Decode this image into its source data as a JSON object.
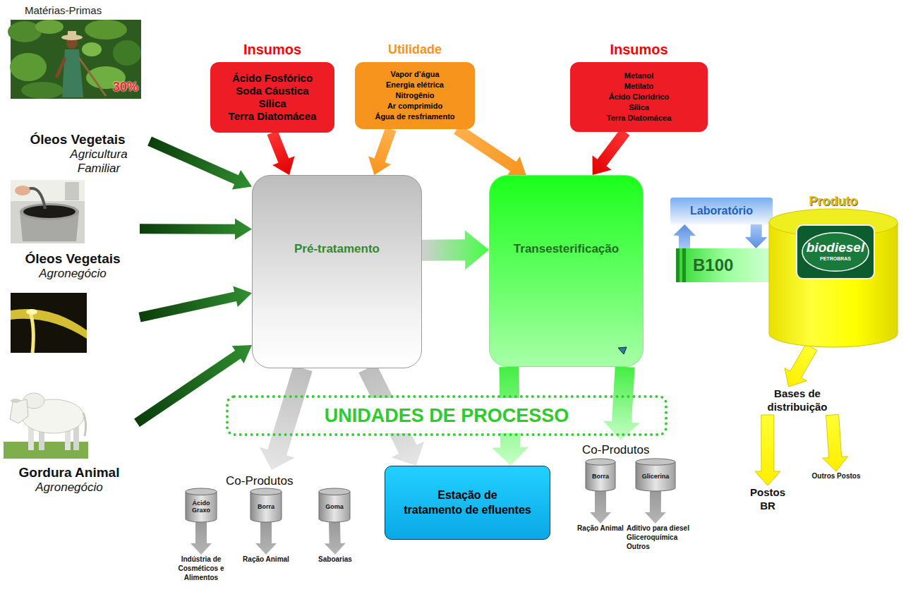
{
  "diagram": {
    "nodes": [
      {
        "text": [
          "Óleos Vegetais",
          "Agricultura Familiar"
        ]
      },
      {
        "text": [
          "Óleos Vegetais",
          "Agronegócio"
        ]
      },
      {
        "text": [
          "Gordura Animal",
          "Agronegócio"
        ]
      },
      {
        "text": [
          "Insumos",
          "Ácido Fosfórico Soda Cáustica Sílica Terra Diatomácea"
        ]
      },
      {
        "text": [
          "Utilidade",
          "Vapor d’água Energia elétrica Nitrogênio Ar comprimido Água de resfriamento"
        ]
      },
      {
        "text": [
          "Insumos",
          "Metanol Metilato Ácido Clorídrico Sílica Terra Diatomácea"
        ]
      },
      {
        "text": [
          "Pré-tratamento"
        ]
      },
      {
        "text": [
          "Transesterificação"
        ]
      },
      {
        "text": [
          "Laboratório"
        ]
      },
      {
        "text": [
          "B100"
        ]
      },
      {
        "text": [
          "Produto"
        ]
      },
      {
        "text": [
          "biodiesel",
          "PETROBRAS"
        ],
        "in": 10
      },
      {
        "text": [
          "UNIDADES DE PROCESSO"
        ]
      },
      {
        "text": [
          "Co-Produtos"
        ]
      },
      {
        "text": [
          "Ácido Graxo"
        ],
        "in": 13
      },
      {
        "text": [
          "Borra"
        ],
        "in": 13
      },
      {
        "text": [
          "Goma"
        ],
        "in": 13
      },
      {
        "text": [
          "Estação de tratamento de efluentes"
        ]
      },
      {
        "text": [
          "Co-Produtos"
        ]
      },
      {
        "text": [
          "Borra"
        ],
        "in": 18
      },
      {
        "text": [
          "Glicerina"
        ],
        "in": 18
      },
      {
        "text": [
          "Indústria de Cosméticos e Alimentos"
        ]
      },
      {
        "text": [
          "Ração Animal"
        ]
      },
      {
        "text": [
          "Saboarias"
        ]
      },
      {
        "text": [
          "Ração Animal"
        ]
      },
      {
        "text": [
          "Aditivo para diesel Gliceroquímica Outros"
        ]
      },
      {
        "text": [
          "Bases de distribuição"
        ]
      },
      {
        "text": [
          "Postos BR"
        ]
      },
      {
        "text": [
          "Outros Postos"
        ]
      }
    ],
    "edges": [
      {
        "from": 0,
        "to": 6,
        "arrow": "to"
      },
      {
        "from": 1,
        "to": 6,
        "arrow": "to"
      },
      {
        "from": 1,
        "to": 6,
        "arrow": "to"
      },
      {
        "from": 2,
        "to": 6,
        "arrow": "to"
      },
      {
        "from": 3,
        "to": 6,
        "arrow": "to"
      },
      {
        "from": 4,
        "to": 6,
        "arrow": "to"
      },
      {
        "from": 4,
        "to": 7,
        "arrow": "to"
      },
      {
        "from": 5,
        "to": 7,
        "arrow": "to"
      },
      {
        "from": 6,
        "to": 7,
        "arrow": "to"
      },
      {
        "from": 9,
        "to": 8,
        "arrow": "to"
      },
      {
        "from": 8,
        "to": 9,
        "arrow": "to"
      },
      {
        "from": 10,
        "to": 26,
        "arrow": "to"
      },
      {
        "from": 26,
        "to": 27,
        "arrow": "to"
      },
      {
        "from": 26,
        "to": 28,
        "arrow": "to"
      },
      {
        "from": 6,
        "to": 13,
        "arrow": "to"
      },
      {
        "from": 6,
        "to": 17,
        "arrow": "to"
      },
      {
        "from": 7,
        "to": 17,
        "arrow": "to"
      },
      {
        "from": 7,
        "to": 18,
        "arrow": "to"
      },
      {
        "from": 14,
        "to": 21,
        "arrow": "to"
      },
      {
        "from": 15,
        "to": 22,
        "arrow": "to"
      },
      {
        "from": 16,
        "to": 23,
        "arrow": "to"
      },
      {
        "from": 19,
        "to": 24,
        "arrow": "to"
      },
      {
        "from": 20,
        "to": 25,
        "arrow": "to"
      }
    ],
    "labels": [
      "Matérias-Primas",
      "30%"
    ]
  }
}
